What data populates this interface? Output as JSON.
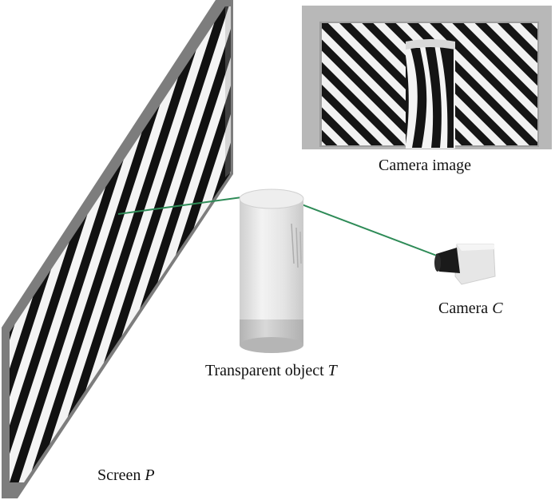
{
  "labels": {
    "camera_image": "Camera image",
    "camera": "Camera",
    "camera_symbol": "C",
    "object": "Transparent object",
    "object_symbol": "T",
    "screen": "Screen",
    "screen_symbol": "P"
  },
  "colors": {
    "screen_frame": "#7d7d7d",
    "stripe_dark": "#111111",
    "stripe_light": "#f4f4f4",
    "ray": "#2e8b57",
    "inset_frame": "#b8b8b8",
    "camera_body": "#e6e6e6",
    "camera_lens": "#1a1a1a",
    "cylinder": "#dcdcdc"
  }
}
